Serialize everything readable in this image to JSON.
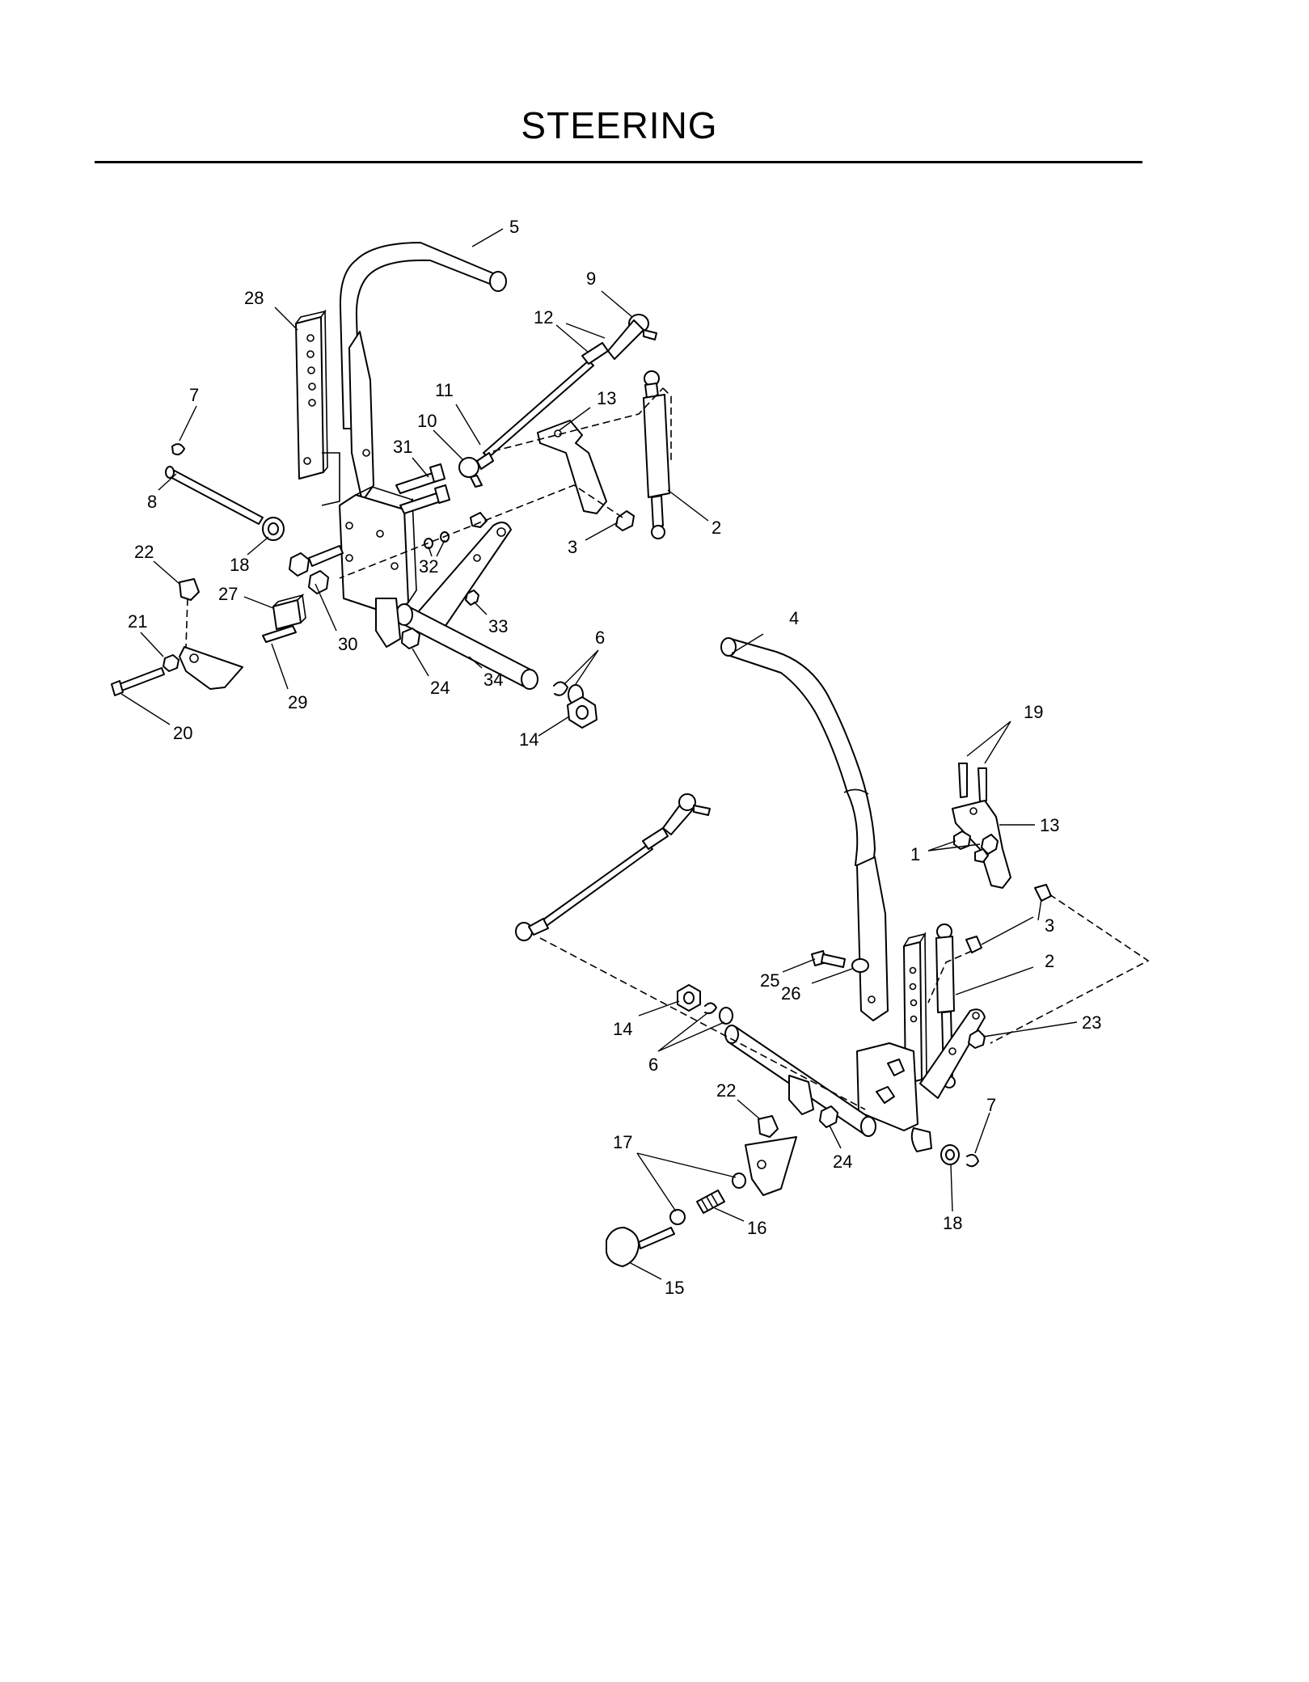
{
  "title": "STEERING",
  "callouts": [
    {
      "label": "5"
    },
    {
      "label": "28"
    },
    {
      "label": "9"
    },
    {
      "label": "12"
    },
    {
      "label": "7"
    },
    {
      "label": "11"
    },
    {
      "label": "13"
    },
    {
      "label": "10"
    },
    {
      "label": "31"
    },
    {
      "label": "8"
    },
    {
      "label": "2"
    },
    {
      "label": "18"
    },
    {
      "label": "3"
    },
    {
      "label": "22"
    },
    {
      "label": "32"
    },
    {
      "label": "27"
    },
    {
      "label": "33"
    },
    {
      "label": "21"
    },
    {
      "label": "30"
    },
    {
      "label": "6"
    },
    {
      "label": "24"
    },
    {
      "label": "34"
    },
    {
      "label": "29"
    },
    {
      "label": "20"
    },
    {
      "label": "14"
    },
    {
      "label": "4"
    },
    {
      "label": "19"
    },
    {
      "label": "13"
    },
    {
      "label": "1"
    },
    {
      "label": "3"
    },
    {
      "label": "2"
    },
    {
      "label": "25"
    },
    {
      "label": "26"
    },
    {
      "label": "23"
    },
    {
      "label": "14"
    },
    {
      "label": "6"
    },
    {
      "label": "22"
    },
    {
      "label": "7"
    },
    {
      "label": "24"
    },
    {
      "label": "17"
    },
    {
      "label": "18"
    },
    {
      "label": "16"
    },
    {
      "label": "15"
    }
  ]
}
